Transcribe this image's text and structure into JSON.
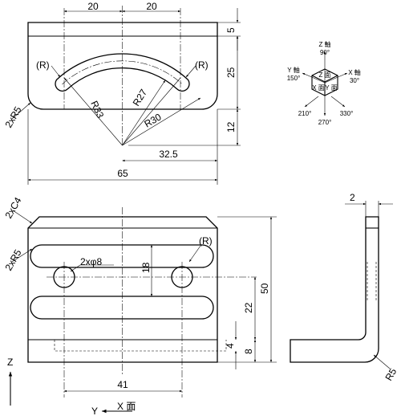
{
  "top_view": {
    "dim_width_left": "20",
    "dim_width_right": "20",
    "dim_top": "5",
    "dim_slot_height": "25",
    "dim_bottom_gap": "12",
    "dim_offset": "32.5",
    "dim_total_width": "65",
    "corner_radius": "2xR5",
    "radius_outer": "R33",
    "radius_center": "R30",
    "radius_inner": "R27",
    "slot_end_left": "(R)",
    "slot_end_right": "(R)"
  },
  "axes_legend": {
    "z_axis": "Z 軸",
    "z_angle": "90°",
    "y_axis": "Y 軸",
    "y_angle": "150°",
    "x_axis": "X 軸",
    "x_angle": "30°",
    "z_face": "Z 面",
    "x_face": "X 面",
    "y_face": "Y 面",
    "angle_210": "210°",
    "angle_270": "270°",
    "angle_330": "330°"
  },
  "front_view": {
    "chamfer": "2xC4",
    "corner_radius": "2xR5",
    "hole_spec": "2xφ8",
    "slot_end": "(R)",
    "dim_hole_spacing": "18",
    "dim_height": "50",
    "dim_slot_bottom": "22",
    "dim_four": "4",
    "dim_eight": "8",
    "dim_width": "41",
    "axis_z": "Z",
    "axis_y": "Y",
    "view_name": "X 面"
  },
  "side_view": {
    "thickness": "2",
    "bend_radius": "R5"
  }
}
